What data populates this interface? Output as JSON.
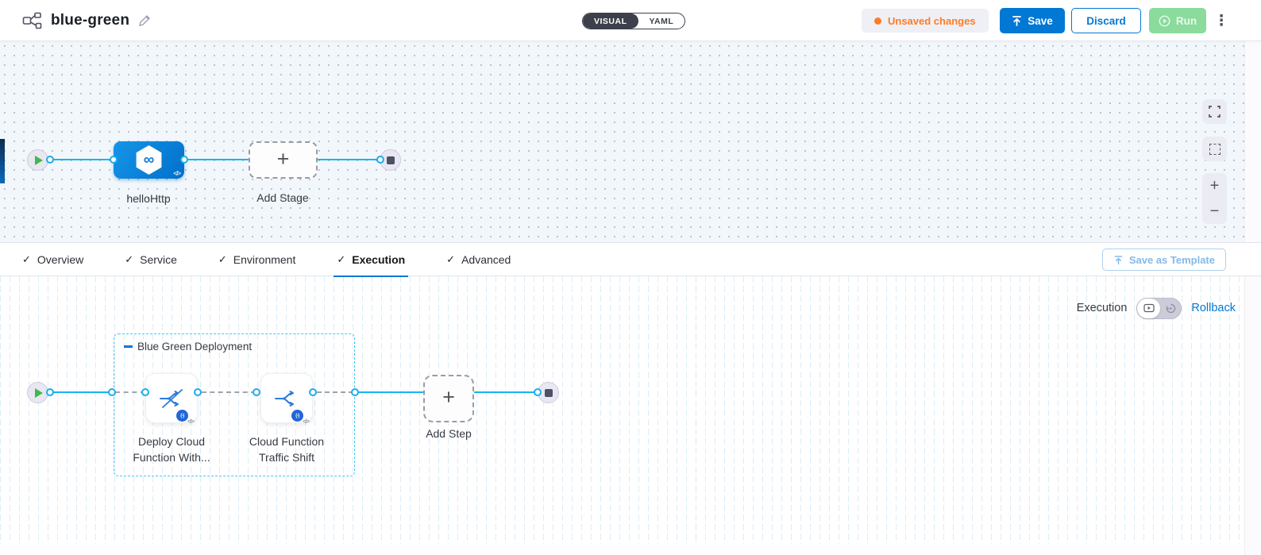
{
  "header": {
    "title": "blue-green",
    "view_toggle": {
      "visual": "VISUAL",
      "yaml": "YAML"
    },
    "unsaved_badge": "Unsaved changes",
    "save": "Save",
    "discard": "Discard",
    "run": "Run",
    "menu_glyph": "⋮"
  },
  "colors": {
    "accent_blue": "#0278d5",
    "connector_cyan": "#19b4ef",
    "unsaved_orange": "#ff7b26",
    "run_green": "#8adb9c",
    "stage_blue": "#0b85db"
  },
  "stage_canvas": {
    "stage_name": "helloHttp",
    "stage_icon_glyph": "∞",
    "stage_code_glyph": "</>",
    "add_stage": "Add Stage",
    "plus": "+",
    "zoom_in": "+",
    "zoom_out": "−"
  },
  "tabs": {
    "check": "✓",
    "items": [
      {
        "label": "Overview"
      },
      {
        "label": "Service"
      },
      {
        "label": "Environment"
      },
      {
        "label": "Execution"
      },
      {
        "label": "Advanced"
      }
    ],
    "active": "Execution",
    "save_as_template": "Save as Template"
  },
  "execution_canvas": {
    "mode_label": "Execution",
    "rollback": "Rollback",
    "group": {
      "label": "Blue Green Deployment"
    },
    "steps": [
      {
        "label": "Deploy Cloud Function With...",
        "badge_glyph": "(-)",
        "code_glyph": "</>"
      },
      {
        "label": "Cloud Function Traffic Shift",
        "badge_glyph": "(-)",
        "code_glyph": "</>"
      }
    ],
    "add_step": "Add Step",
    "plus": "+"
  }
}
